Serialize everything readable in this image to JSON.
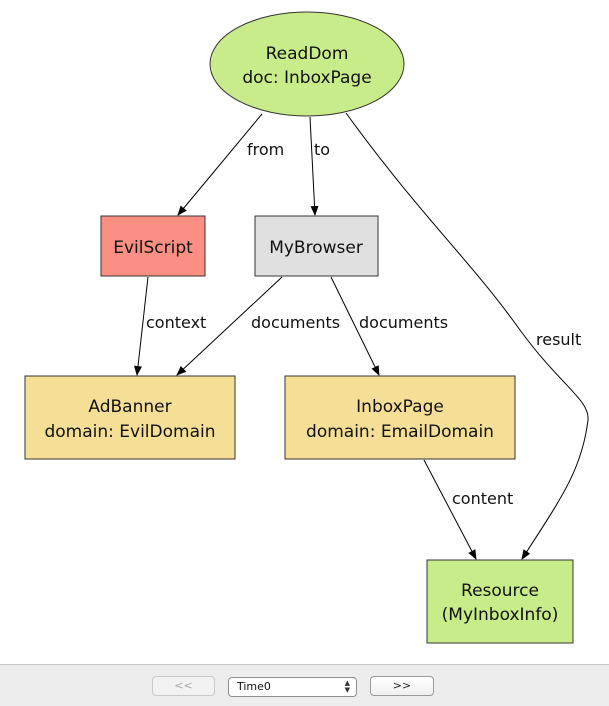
{
  "graph": {
    "nodes": [
      {
        "id": "readdom",
        "shape": "ellipse",
        "lines": [
          "ReadDom",
          "doc: InboxPage"
        ],
        "fill": "#c9ec8a"
      },
      {
        "id": "evilscript",
        "shape": "box",
        "lines": [
          "EvilScript"
        ],
        "fill": "#fc8f84"
      },
      {
        "id": "mybrowser",
        "shape": "box",
        "lines": [
          "MyBrowser"
        ],
        "fill": "#e0e0e0"
      },
      {
        "id": "adbanner",
        "shape": "box",
        "lines": [
          "AdBanner",
          "domain: EvilDomain"
        ],
        "fill": "#f5df97"
      },
      {
        "id": "inboxpage",
        "shape": "box",
        "lines": [
          "InboxPage",
          "domain: EmailDomain"
        ],
        "fill": "#f5df97"
      },
      {
        "id": "resource",
        "shape": "box",
        "lines": [
          "Resource",
          "(MyInboxInfo)"
        ],
        "fill": "#c9ec8a"
      }
    ],
    "edges": [
      {
        "from": "readdom",
        "to": "evilscript",
        "label": "from"
      },
      {
        "from": "readdom",
        "to": "mybrowser",
        "label": "to"
      },
      {
        "from": "readdom",
        "to": "resource",
        "label": "result"
      },
      {
        "from": "evilscript",
        "to": "adbanner",
        "label": "context"
      },
      {
        "from": "mybrowser",
        "to": "adbanner",
        "label": "documents"
      },
      {
        "from": "mybrowser",
        "to": "inboxpage",
        "label": "documents"
      },
      {
        "from": "inboxpage",
        "to": "resource",
        "label": "content"
      }
    ]
  },
  "controls": {
    "prev_label": "<<",
    "prev_enabled": false,
    "next_label": ">>",
    "time_select_value": "Time0"
  }
}
